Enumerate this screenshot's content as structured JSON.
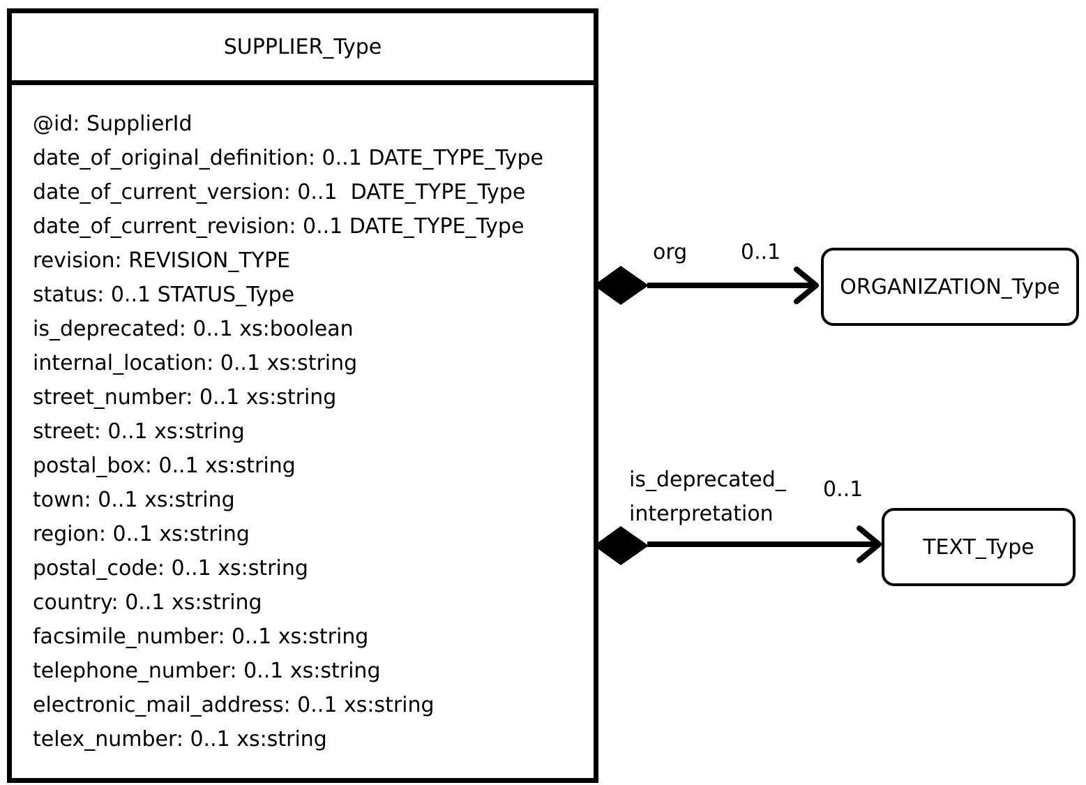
{
  "class": {
    "name": "SUPPLIER_Type",
    "attributes": [
      "@id: SupplierId",
      "date_of_original_definition: 0..1 DATE_TYPE_Type",
      "date_of_current_version: 0..1  DATE_TYPE_Type",
      "date_of_current_revision: 0..1 DATE_TYPE_Type",
      "revision: REVISION_TYPE",
      "status: 0..1 STATUS_Type",
      "is_deprecated: 0..1 xs:boolean",
      "internal_location: 0..1 xs:string",
      "street_number: 0..1 xs:string",
      "street: 0..1 xs:string",
      "postal_box: 0..1 xs:string",
      "town: 0..1 xs:string",
      "region: 0..1 xs:string",
      "postal_code: 0..1 xs:string",
      "country: 0..1 xs:string",
      "facsimile_number: 0..1 xs:string",
      "telephone_number: 0..1 xs:string",
      "electronic_mail_address: 0..1 xs:string",
      "telex_number: 0..1 xs:string"
    ]
  },
  "associations": {
    "org": {
      "role": "org",
      "multiplicity": "0..1",
      "target": "ORGANIZATION_Type"
    },
    "deprecated": {
      "role_line1": "is_deprecated_",
      "role_line2": "interpretation",
      "multiplicity": "0..1",
      "target": "TEXT_Type"
    }
  }
}
